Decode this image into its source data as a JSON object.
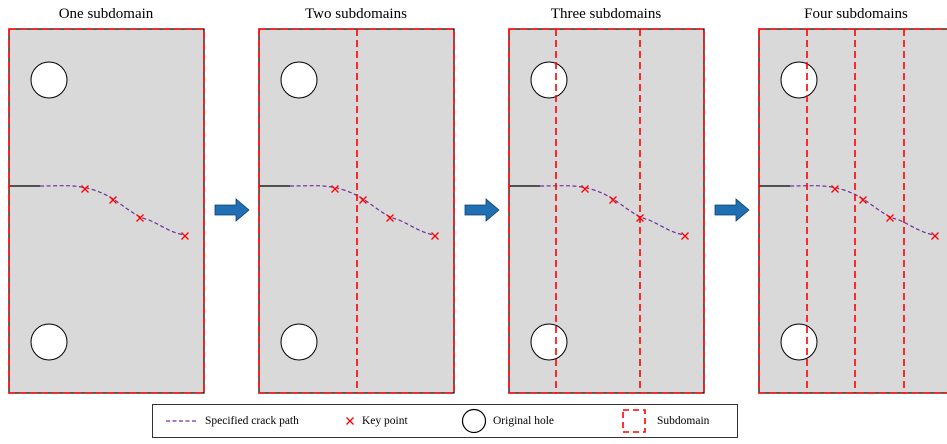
{
  "panels": [
    {
      "title": "One subdomain",
      "subdomain_count": 1
    },
    {
      "title": "Two subdomains",
      "subdomain_count": 2
    },
    {
      "title": "Three subdomains",
      "subdomain_count": 3
    },
    {
      "title": "Four subdomains",
      "subdomain_count": 4
    }
  ],
  "legend": {
    "crack_path_label": "Specified crack path",
    "key_point_label": "Key point",
    "hole_label": "Original hole",
    "subdomain_label": "Subdomain"
  },
  "colors": {
    "plate_fill": "#d9d9d9",
    "plate_border": "#000000",
    "subdomain": "#ff0000",
    "crack_path": "#7030a0",
    "key_point": "#ff0000",
    "arrow_fill": "#1f6fb2",
    "arrow_stroke": "#0d3f70"
  },
  "icons": {
    "arrow": "right-arrow-icon",
    "key_point": "x-mark-icon",
    "hole": "circle-icon"
  }
}
